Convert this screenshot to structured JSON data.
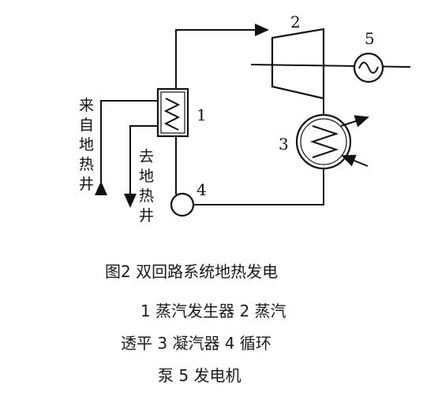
{
  "diagram": {
    "components": [
      {
        "id": "evaporator",
        "number": "1"
      },
      {
        "id": "turbine",
        "number": "2"
      },
      {
        "id": "condenser",
        "number": "3"
      },
      {
        "id": "pump",
        "number": "4"
      },
      {
        "id": "generator",
        "number": "5"
      }
    ],
    "inlet_label": [
      "来",
      "自",
      "地",
      "热",
      "井"
    ],
    "outlet_label": [
      "去",
      "地",
      "热",
      "井"
    ]
  },
  "caption": {
    "line1": "图2   双回路系统地热发电",
    "line2": "1 蒸汽发生器  2 蒸汽",
    "line3": "透平  3 凝汽器  4 循环",
    "line4": "泵  5 发电机"
  }
}
